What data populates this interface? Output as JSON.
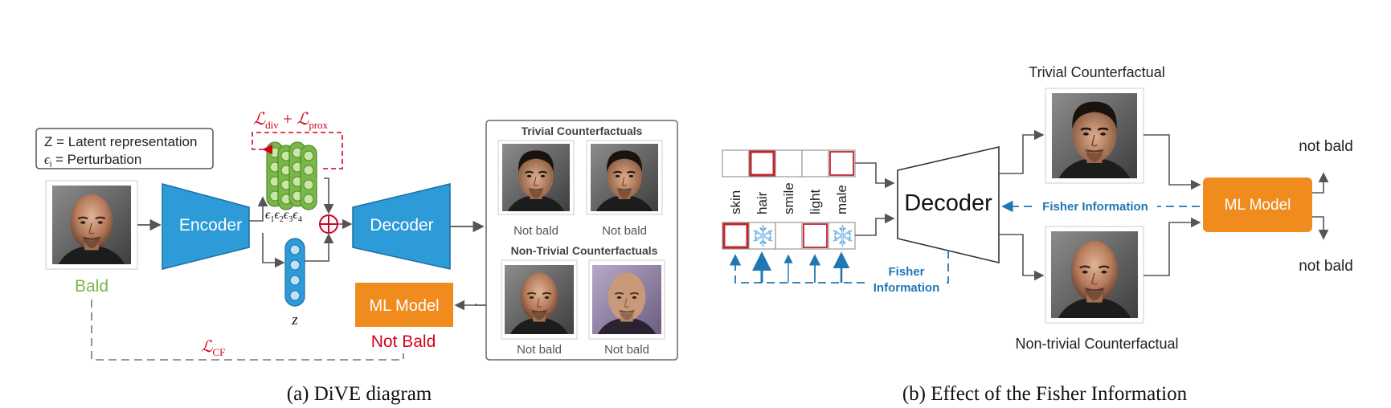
{
  "colors": {
    "blue": "#2d9bd8",
    "blue_dark": "#1a6fa3",
    "green": "#7ab648",
    "green_dark": "#4d8a26",
    "red": "#d0021b",
    "orange": "#f08c1e",
    "fisher_blue": "#1f77b4"
  },
  "panel_a": {
    "legend_line1": "Z = Latent representation",
    "legend_eps": "ϵ",
    "legend_eps_sub": "i",
    "legend_line2": " = Perturbation",
    "loss_div_main": "ℒ",
    "loss_div_sub": "div",
    "loss_plus": " + ",
    "loss_prox_main": "ℒ",
    "loss_prox_sub": "prox",
    "input_label": "Bald",
    "encoder": "Encoder",
    "decoder": "Decoder",
    "eps_labels": [
      "ϵ",
      "ϵ",
      "ϵ",
      "ϵ"
    ],
    "eps_subs": [
      "1",
      "2",
      "3",
      "4"
    ],
    "z_label": "z",
    "ml_model": "ML Model",
    "prediction": "Not Bald",
    "loss_cf_main": "ℒ",
    "loss_cf_sub": "CF",
    "trivial_title": "Trivial Counterfactuals",
    "nontrivial_title": "Non-Trivial Counterfactuals",
    "image_captions": [
      "Not bald",
      "Not bald",
      "Not bald",
      "Not bald"
    ],
    "caption": "(a) DiVE diagram"
  },
  "panel_b": {
    "attributes": [
      "skin",
      "hair",
      "smile",
      "light",
      "male"
    ],
    "decoder": "Decoder",
    "fisher_left": [
      "Fisher",
      "Information"
    ],
    "fisher_mid": "Fisher Information",
    "trivial_title": "Trivial Counterfactual",
    "nontrivial_title": "Non-trivial Counterfactual",
    "ml_model": "ML Model",
    "out_top": "not bald",
    "out_bottom": "not bald",
    "caption": "(b) Effect of the Fisher Information"
  }
}
